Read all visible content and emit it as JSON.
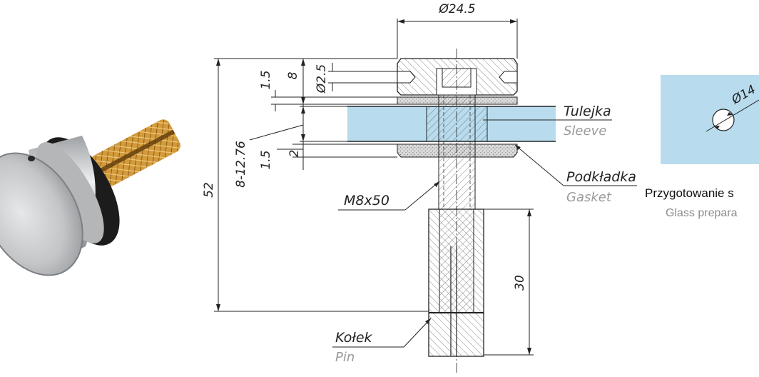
{
  "drawing": {
    "dim_diameter": "Ø24.5",
    "dim_1_5_top": "1.5",
    "dim_8": "8",
    "dim_d2_5": "Ø2.5",
    "dim_52": "52",
    "dim_8_12_76": "8-12.76",
    "dim_1_5_bottom": "1.5",
    "dim_2": "2",
    "dim_30": "30"
  },
  "labels": {
    "sleeve_pl": "Tulejka",
    "sleeve_en": "Sleeve",
    "gasket_pl": "Podkładka",
    "gasket_en": "Gasket",
    "bolt": "M8x50",
    "pin_pl": "Kołek",
    "pin_en": "Pin"
  },
  "glass_prep": {
    "dim_d14": "Ø14",
    "caption_pl": "Przygotowanie s",
    "caption_en": "Glass prepara"
  },
  "colors": {
    "glass": "#b8dcee",
    "gasket": "#d8d8d8",
    "steel": "#c9cbcd",
    "brass": "#d8a64a",
    "line": "#222222",
    "subtext": "#9a9a9a"
  }
}
